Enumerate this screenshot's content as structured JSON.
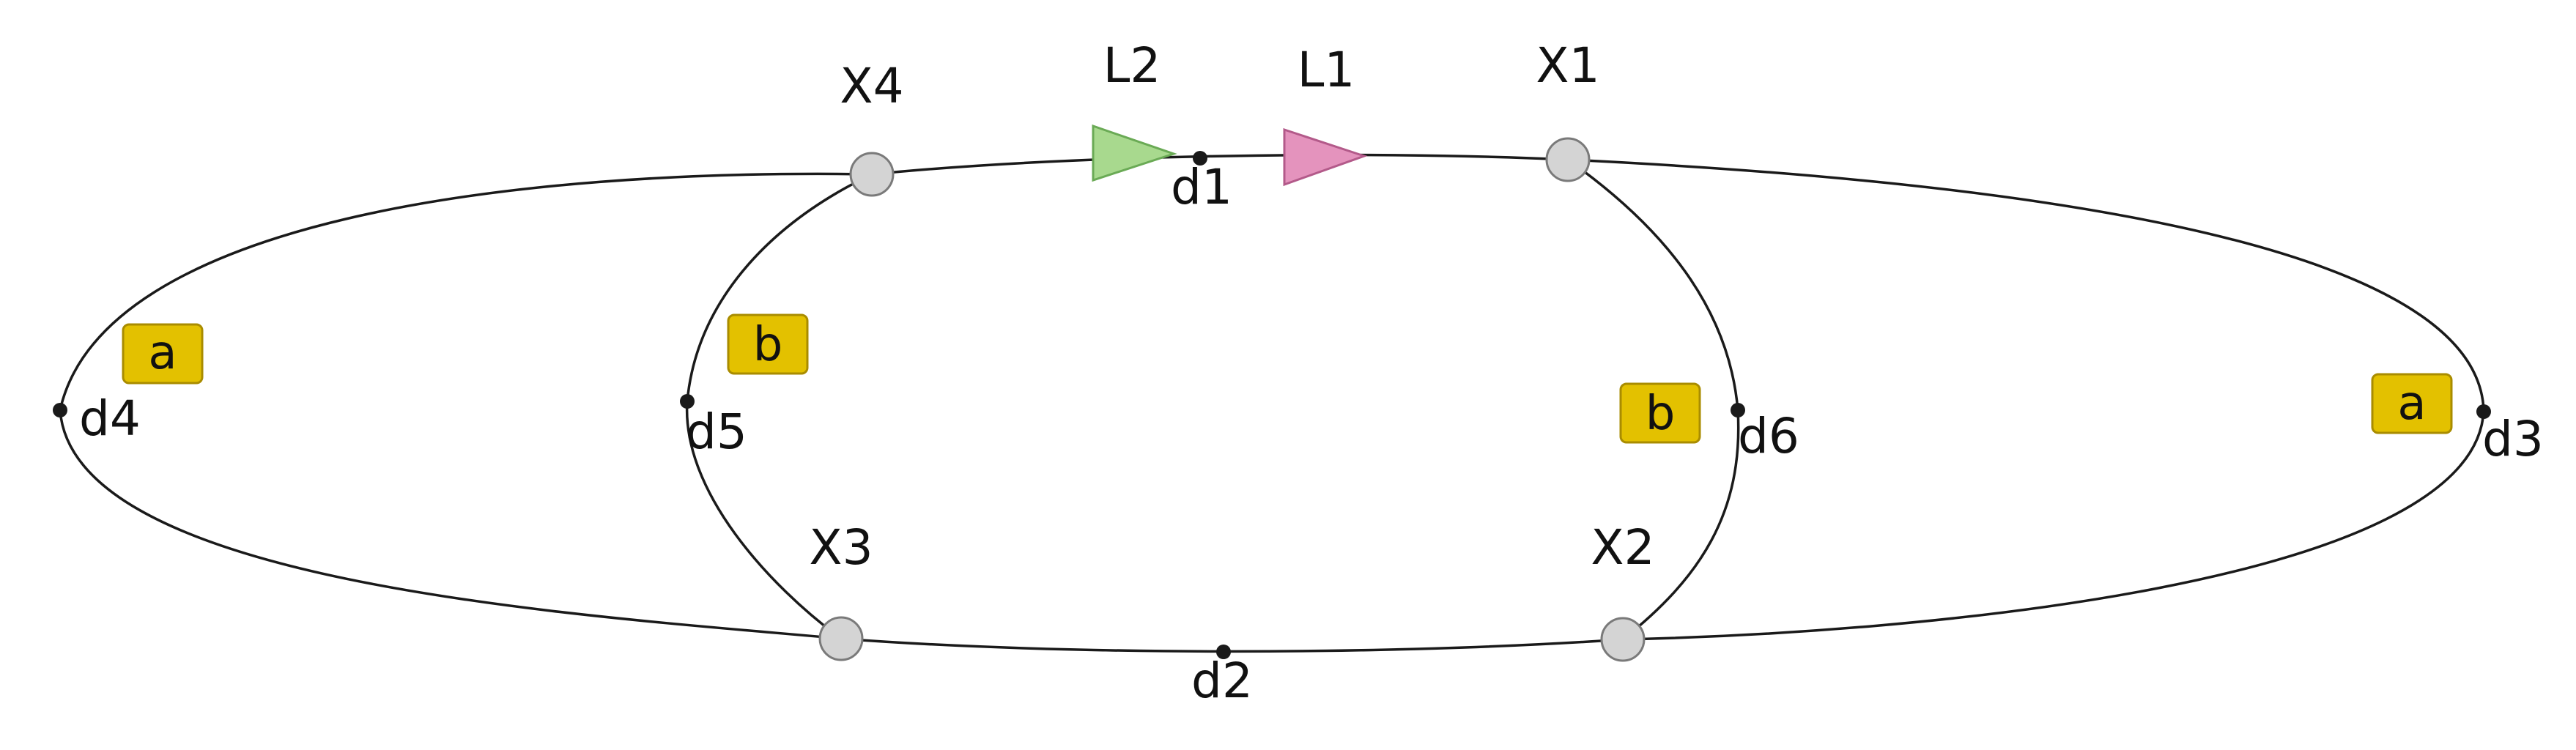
{
  "colors": {
    "curve": "#1a1a1a",
    "node_fill": "#d4d4d4",
    "node_stroke": "#7a7a7a",
    "tag_fill": "#e3c100",
    "tag_stroke": "#a98c00",
    "arrow_l2_fill": "#a8d98e",
    "arrow_l2_stroke": "#6aaa55",
    "arrow_l1_fill": "#e493bd",
    "arrow_l1_stroke": "#b35a8a"
  },
  "nodes": {
    "x1": "X1",
    "x2": "X2",
    "x3": "X3",
    "x4": "X4"
  },
  "points": {
    "d1": "d1",
    "d2": "d2",
    "d3": "d3",
    "d4": "d4",
    "d5": "d5",
    "d6": "d6"
  },
  "arrows": {
    "l1": "L1",
    "l2": "L2"
  },
  "tags": {
    "left_outer": "a",
    "left_inner": "b",
    "right_inner": "b",
    "right_outer": "a"
  }
}
